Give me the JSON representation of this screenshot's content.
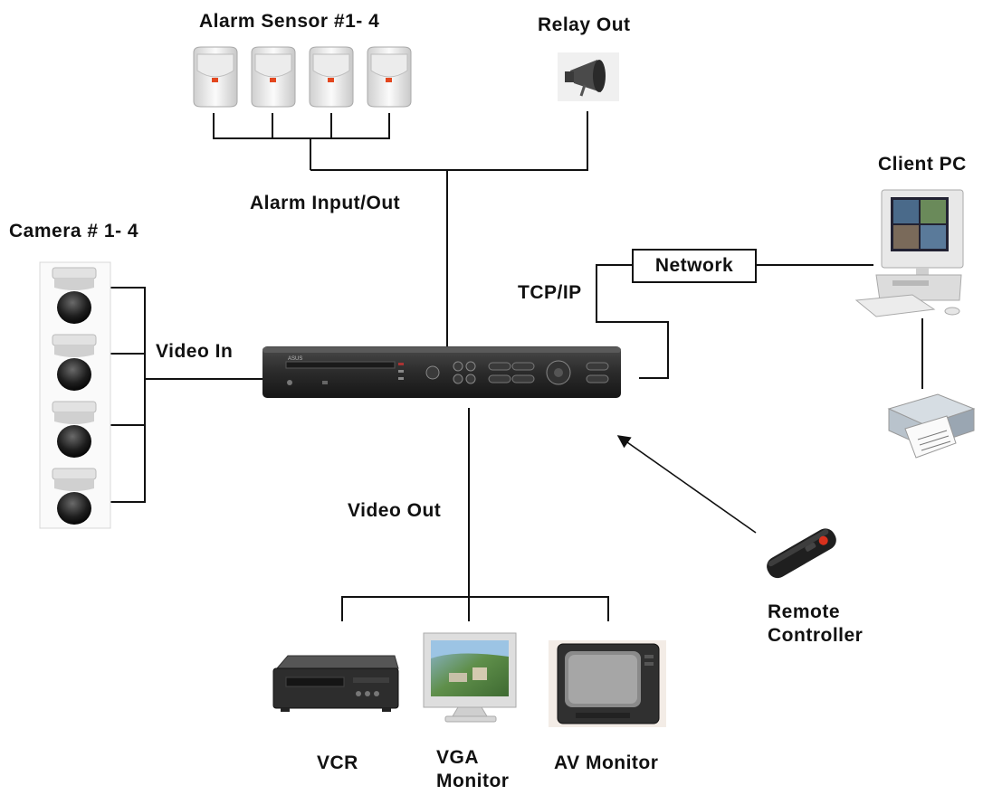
{
  "labels": {
    "alarm_sensor": "Alarm Sensor #1- 4",
    "relay_out": "Relay Out",
    "client_pc": "Client PC",
    "alarm_io": "Alarm Input/Out",
    "camera": "Camera # 1- 4",
    "network": "Network",
    "tcpip": "TCP/IP",
    "video_in": "Video In",
    "video_out": "Video Out",
    "remote_line1": "Remote",
    "remote_line2": "Controller",
    "vcr": "VCR",
    "vga_line1": "VGA",
    "vga_line2": "Monitor",
    "av_monitor": "AV Monitor"
  },
  "devices": {
    "dvr_brand": "ASUS"
  },
  "colors": {
    "line": "#111111",
    "device_dark": "#2a2a2a",
    "device_light": "#e6e6e6"
  }
}
